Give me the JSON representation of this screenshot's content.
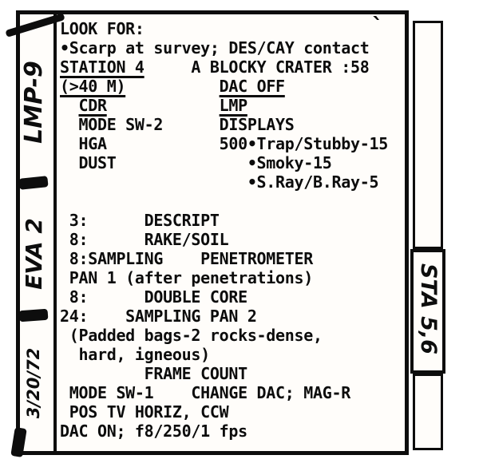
{
  "margins": {
    "left_top": "LMP-9",
    "left_mid": "EVA 2",
    "left_bottom": "3/20/72",
    "right_tab": "STA 5,6",
    "stray_mark": "`"
  },
  "doc": {
    "lines": [
      {
        "segs": [
          {
            "t": "LOOK FOR:"
          }
        ]
      },
      {
        "segs": [
          {
            "t": "•Scarp at survey; DES/CAY contact"
          }
        ]
      },
      {
        "segs": [
          {
            "t": "STATION 4"
          },
          {
            "t": "     A BLOCKY CRATER :58"
          }
        ]
      },
      {
        "segs": [
          {
            "t": "(>40 M)"
          },
          {
            "t": "          "
          },
          {
            "t": "DAC OFF"
          }
        ]
      },
      {
        "segs": [
          {
            "t": "  "
          },
          {
            "t": "CDR"
          },
          {
            "t": "            "
          },
          {
            "t": "LMP"
          }
        ]
      },
      {
        "segs": [
          {
            "t": "  MODE SW-2      DISPLAYS"
          }
        ]
      },
      {
        "segs": [
          {
            "t": "  HGA            500•Trap/Stubby-15"
          }
        ]
      },
      {
        "segs": [
          {
            "t": "  DUST              •Smoky-15"
          }
        ]
      },
      {
        "segs": [
          {
            "t": "                    •S.Ray/B.Ray-5"
          }
        ]
      },
      {
        "segs": [
          {
            "t": " "
          }
        ]
      },
      {
        "segs": [
          {
            "t": " 3:      DESCRIPT"
          }
        ]
      },
      {
        "segs": [
          {
            "t": " 8:      RAKE/SOIL"
          }
        ]
      },
      {
        "segs": [
          {
            "t": " 8:SAMPLING    PENETROMETER"
          }
        ]
      },
      {
        "segs": [
          {
            "t": " PAN 1 (after penetrations)"
          }
        ]
      },
      {
        "segs": [
          {
            "t": " 8:      DOUBLE CORE"
          }
        ]
      },
      {
        "segs": [
          {
            "t": "24:    SAMPLING PAN 2"
          }
        ]
      },
      {
        "segs": [
          {
            "t": " (Padded bags-2 rocks-dense,"
          }
        ]
      },
      {
        "segs": [
          {
            "t": "  hard, igneous)"
          }
        ]
      },
      {
        "segs": [
          {
            "t": "         FRAME COUNT"
          }
        ]
      },
      {
        "segs": [
          {
            "t": " MODE SW-1    CHANGE DAC; MAG-R"
          }
        ]
      },
      {
        "segs": [
          {
            "t": " POS TV HORIZ, CCW"
          }
        ]
      },
      {
        "segs": [
          {
            "t": "DAC ON; f8/250/1 fps"
          }
        ]
      }
    ]
  }
}
